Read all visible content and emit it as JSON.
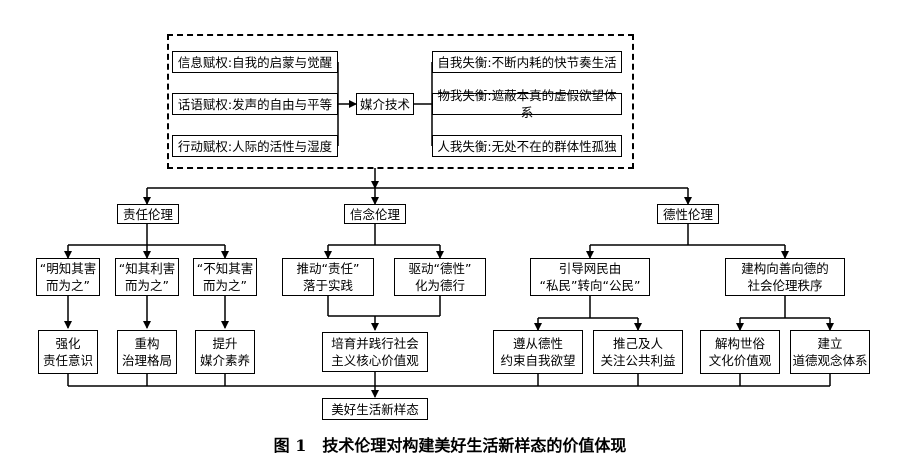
{
  "center": "媒介技术",
  "left_items": [
    "信息赋权:自我的启蒙与觉醒",
    "话语赋权:发声的自由与平等",
    "行动赋权:人际的活性与湿度"
  ],
  "right_items": [
    "自我失衡:不断内耗的快节奏生活",
    "物我失衡:遮蔽本真的虚假欲望体系",
    "人我失衡:无处不在的群体性孤独"
  ],
  "ethics": {
    "responsibility": {
      "title": "责任伦理",
      "causes": [
        "“明知其害\n而为之”",
        "“知其利害\n而为之”",
        "“不知其害\n而为之”"
      ],
      "actions": [
        "强化\n责任意识",
        "重构\n治理格局",
        "提升\n媒介素养"
      ]
    },
    "belief": {
      "title": "信念伦理",
      "causes": [
        "推动“责任”\n落于实践",
        "驱动“德性”\n化为德行"
      ],
      "action": "培育并践行社会\n主义核心价值观"
    },
    "virtue": {
      "title": "德性伦理",
      "branches": [
        "引导网民由\n“私民”转向“公民”",
        "建构向善向德的\n社会伦理秩序"
      ],
      "actions": [
        "遵从德性\n约束自我欲望",
        "推己及人\n关注公共利益",
        "解构世俗\n文化价值观",
        "建立\n道德观念体系"
      ]
    }
  },
  "result": "美好生活新样态",
  "caption": "图 1　技术伦理对构建美好生活新样态的价值体现"
}
